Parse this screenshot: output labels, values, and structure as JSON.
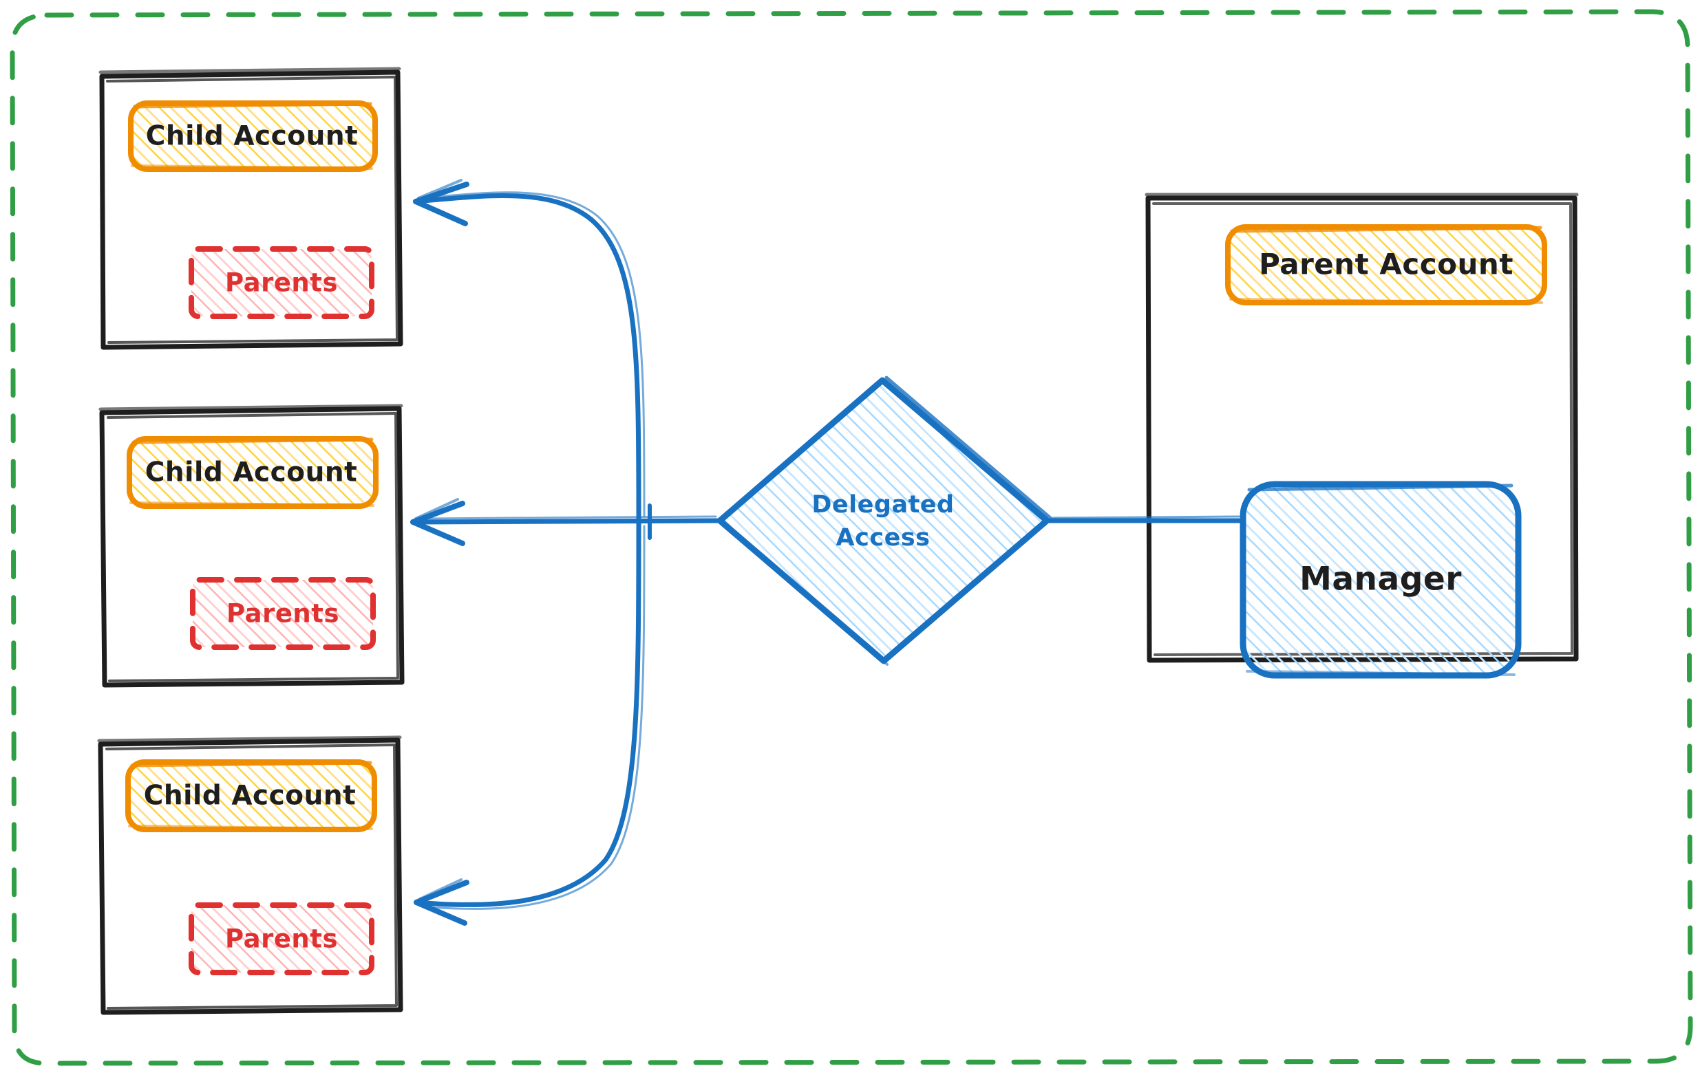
{
  "diagram": {
    "title": "Delegated Access",
    "style": "hand-drawn-sketch",
    "background": "#ffffff",
    "boundary": {
      "name": "outer-boundary",
      "stroke_color": "#2f9e44",
      "stroke_style": "dashed",
      "fill": "none"
    },
    "colors": {
      "black_stroke": "#1e1e1e",
      "orange_stroke": "#f08c00",
      "orange_fill": "#ffd43b",
      "red_stroke": "#e03131",
      "red_fill": "#ffa8a8",
      "blue_stroke": "#1971c2",
      "blue_fill": "#a5d8ff",
      "green_dashed": "#2f9e44",
      "arrow_color": "#1971c2"
    },
    "child_containers": [
      {
        "id": "child-container-1",
        "account_label": "Child Account",
        "parents_label": "Parents"
      },
      {
        "id": "child-container-2",
        "account_label": "Child Account",
        "parents_label": "Parents"
      },
      {
        "id": "child-container-3",
        "account_label": "Child Account",
        "parents_label": "Parents"
      }
    ],
    "decision": {
      "id": "delegated-access-diamond",
      "label_line_1": "Delegated",
      "label_line_2": "Access",
      "shape": "diamond"
    },
    "parent_container": {
      "id": "parent-container",
      "account_label": "Parent Account",
      "manager_label": "Manager"
    },
    "edges": [
      {
        "from": "delegated-access-diamond",
        "to": "child-container-1",
        "direction": "left",
        "arrowhead": true
      },
      {
        "from": "delegated-access-diamond",
        "to": "child-container-2",
        "direction": "left",
        "arrowhead": true
      },
      {
        "from": "delegated-access-diamond",
        "to": "child-container-3",
        "direction": "left",
        "arrowhead": true
      },
      {
        "from": "manager",
        "to": "delegated-access-diamond",
        "direction": "left",
        "arrowhead": false
      }
    ]
  }
}
